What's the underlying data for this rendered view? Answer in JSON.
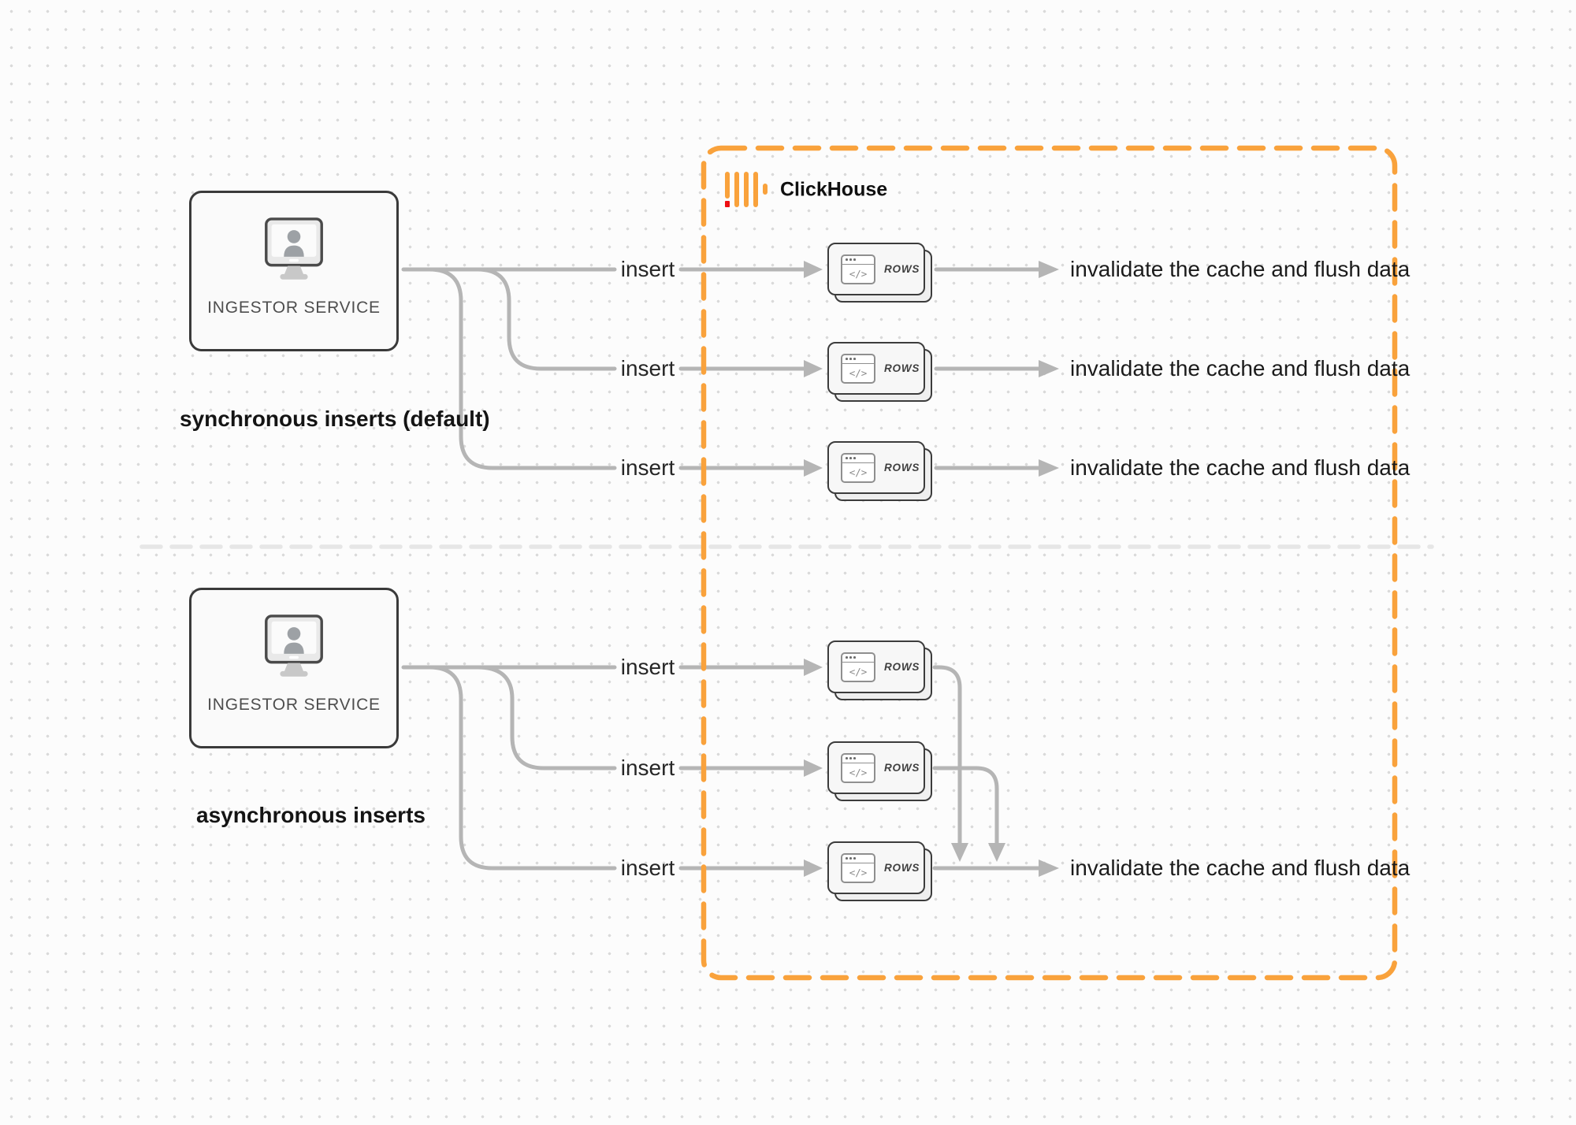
{
  "clickhouse": {
    "label": "ClickHouse"
  },
  "sync": {
    "service_label": "INGESTOR SERVICE",
    "caption": "synchronous inserts (default)",
    "rows": [
      {
        "insert_label": "insert",
        "card_label": "ROWS",
        "code_glyph": "</>",
        "result_label": "invalidate the cache and flush data"
      },
      {
        "insert_label": "insert",
        "card_label": "ROWS",
        "code_glyph": "</>",
        "result_label": "invalidate the cache and flush data"
      },
      {
        "insert_label": "insert",
        "card_label": "ROWS",
        "code_glyph": "</>",
        "result_label": "invalidate the cache and flush data"
      }
    ]
  },
  "async": {
    "service_label": "INGESTOR SERVICE",
    "caption": "asynchronous inserts",
    "rows": [
      {
        "insert_label": "insert",
        "card_label": "ROWS",
        "code_glyph": "</>"
      },
      {
        "insert_label": "insert",
        "card_label": "ROWS",
        "code_glyph": "</>"
      },
      {
        "insert_label": "insert",
        "card_label": "ROWS",
        "code_glyph": "</>"
      }
    ],
    "result_label": "invalidate the cache and flush data"
  },
  "colors": {
    "accent_orange": "#F9A23C",
    "brand_red": "#EE0E12",
    "connector_gray": "#B5B5B5",
    "divider_gray": "#E6E6E6",
    "border_dark": "#3A3A3A"
  }
}
